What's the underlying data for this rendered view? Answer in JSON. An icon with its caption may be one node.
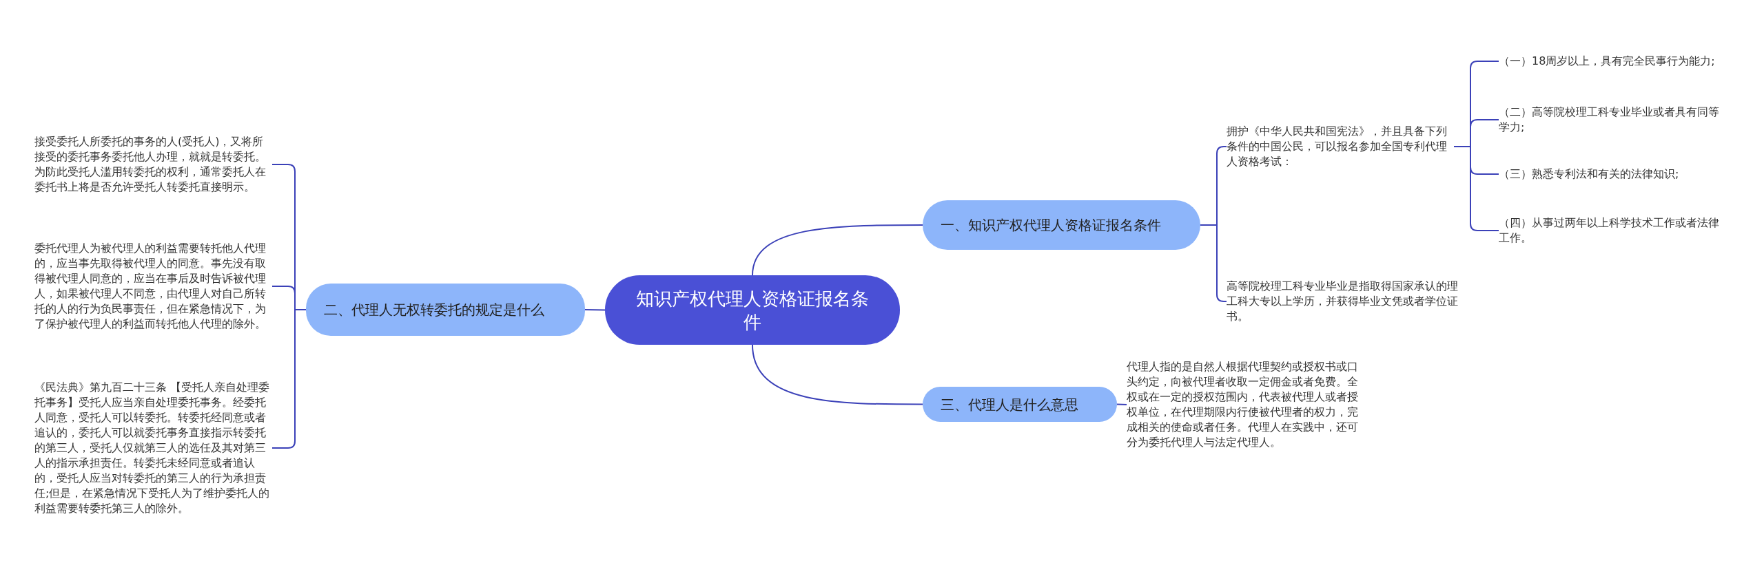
{
  "diagram": {
    "nodes": [
      {
        "text": [
          "知识产权代理人资格证报名条件"
        ]
      },
      {
        "text": [
          "一、知识产权代理人资格证报名条件"
        ]
      },
      {
        "text": [
          "拥护《中华人民共和国宪法》，并且具备下列条件的中国公民，可以报名参加全国专利代理人资格考试："
        ]
      },
      {
        "text": [
          "（一）18周岁以上，具有完全民事行为能力;"
        ]
      },
      {
        "text": [
          "（二）高等院校理工科专业毕业或者具有同等学力;"
        ]
      },
      {
        "text": [
          "（三）熟悉专利法和有关的法律知识;"
        ]
      },
      {
        "text": [
          "（四）从事过两年以上科学技术工作或者法律工作。"
        ]
      },
      {
        "text": [
          "高等院校理工科专业毕业是指取得国家承认的理工科大专以上学历，并获得毕业文凭或者学位证书。"
        ]
      },
      {
        "text": [
          "三、代理人是什么意思"
        ]
      },
      {
        "text": [
          "代理人指的是自然人根据代理契约或授权书或口头约定，向被代理者收取一定佣金或者免费。全权或在一定的授权范围内，代表被代理人或者授权单位，在代理期限内行使被代理者的权力，完成相关的使命或者任务。代理人在实践中，还可分为委托代理人与法定代理人。"
        ]
      },
      {
        "text": [
          "二、代理人无权转委托的规定是什么"
        ]
      },
      {
        "text": [
          "接受委托人所委托的事务的人(受托人)，又将所接受的委托事务委托他人办理，就就是转委托。为防此受托人滥用转委托的权利，通常委托人在委托书上将是否允许受托人转委托直接明示。"
        ]
      },
      {
        "text": [
          "委托代理人为被代理人的利益需要转托他人代理的，应当事先取得被代理人的同意。事先没有取得被代理人同意的，应当在事后及时告诉被代理人，如果被代理人不同意，由代理人对自己所转托的人的行为负民事责任，但在紧急情况下，为了保护被代理人的利益而转托他人代理的除外。"
        ]
      },
      {
        "text": [
          "《民法典》第九百二十三条 【受托人亲自处理委托事务】受托人应当亲自处理委托事务。经委托人同意，受托人可以转委托。转委托经同意或者追认的，委托人可以就委托事务直接指示转委托的第三人，受托人仅就第三人的选任及其对第三人的指示承担责任。转委托未经同意或者追认的，受托人应当对转委托的第三人的行为承担责任;但是，在紧急情况下受托人为了维护委托人的利益需要转委托第三人的除外。"
        ]
      }
    ],
    "edges": [
      {
        "from": 0,
        "to": 1,
        "arrow": "none"
      },
      {
        "from": 1,
        "to": 2,
        "arrow": "none"
      },
      {
        "from": 2,
        "to": 3,
        "arrow": "none"
      },
      {
        "from": 2,
        "to": 4,
        "arrow": "none"
      },
      {
        "from": 2,
        "to": 5,
        "arrow": "none"
      },
      {
        "from": 2,
        "to": 6,
        "arrow": "none"
      },
      {
        "from": 1,
        "to": 7,
        "arrow": "none"
      },
      {
        "from": 0,
        "to": 8,
        "arrow": "none"
      },
      {
        "from": 8,
        "to": 9,
        "arrow": "none"
      },
      {
        "from": 0,
        "to": 10,
        "arrow": "none"
      },
      {
        "from": 10,
        "to": 11,
        "arrow": "none"
      },
      {
        "from": 10,
        "to": 12,
        "arrow": "none"
      },
      {
        "from": 10,
        "to": 13,
        "arrow": "none"
      }
    ]
  }
}
